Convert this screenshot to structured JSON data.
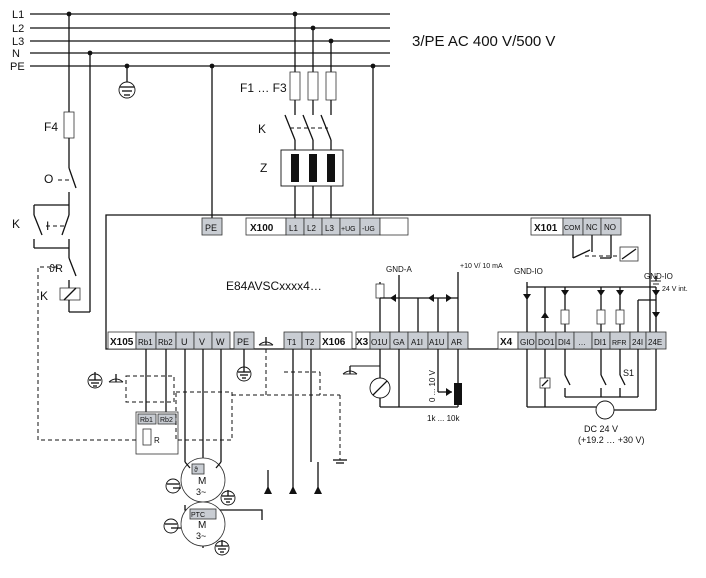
{
  "supply": {
    "rails": [
      "L1",
      "L2",
      "L3",
      "N",
      "PE"
    ],
    "title": "3/PE AC 400 V/500 V",
    "fuses_label": "F1 … F3",
    "contactor_label": "K",
    "filter_label": "Z"
  },
  "control_circuit": {
    "fuse_label": "F4",
    "off_label": "O",
    "on_label": "I",
    "k_contact_label": "K",
    "thermal_label": "ϑR",
    "coil_label": "K"
  },
  "device": {
    "model": "E84AVSCxxxx4…",
    "x100": {
      "name": "X100",
      "terminals": [
        "L1",
        "L2",
        "L3",
        "+UG",
        "-UG"
      ]
    },
    "pe_top": "PE",
    "x101": {
      "name": "X101",
      "terminals": [
        "COM",
        "NC",
        "NO"
      ]
    },
    "x105": {
      "name": "X105",
      "terminals": [
        "Rb1",
        "Rb2",
        "U",
        "V",
        "W"
      ]
    },
    "pe_bottom": "PE",
    "x106": {
      "name": "X106",
      "terminals": [
        "T1",
        "T2"
      ]
    },
    "x3": {
      "name": "X3",
      "terminals": [
        "O1U",
        "GA",
        "A1I",
        "A1U",
        "AR"
      ]
    },
    "x4": {
      "name": "X4",
      "terminals": [
        "GIO",
        "DO1",
        "DI4",
        "…",
        "DI1",
        "RFR",
        "24I",
        "24E"
      ]
    }
  },
  "analog": {
    "gnd_a": "GND-A",
    "ref_supply": "+10 V/ 10 mA",
    "range": "0 ... 10 V",
    "pot": "1k ... 10k"
  },
  "digital": {
    "gnd_io": "GND-IO",
    "gnd_io_2": "GND-IO",
    "internal_24v": "24 V int.",
    "s1_label": "S1",
    "ext_supply": "DC 24 V",
    "ext_range": "(+19.2 … +30 V)"
  },
  "motors": {
    "brake_resistor_terms": [
      "Rb1",
      "Rb2"
    ],
    "resistor_label": "R",
    "motor1": {
      "label": "M",
      "phase": "3~",
      "tag": "ϑ"
    },
    "motor2": {
      "label": "M",
      "phase": "3~",
      "tag": "PTC"
    }
  }
}
